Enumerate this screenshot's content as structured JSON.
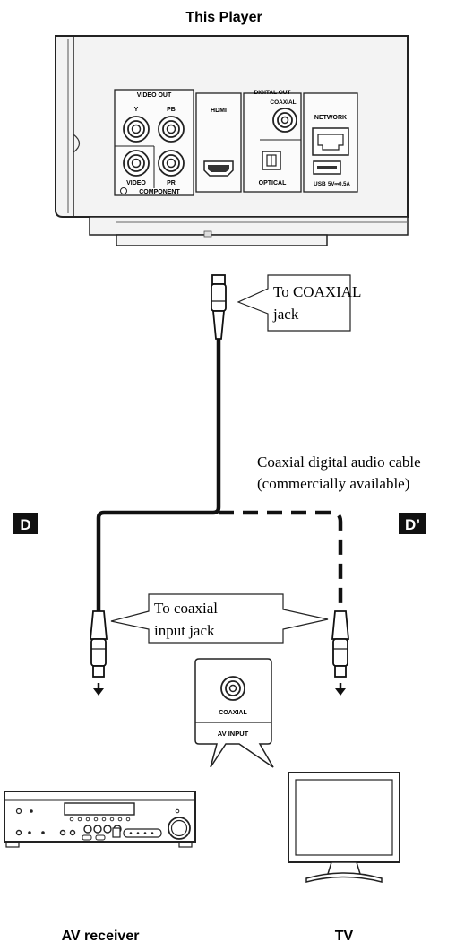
{
  "title": "This Player",
  "panel": {
    "video_out": "VIDEO OUT",
    "y": "Y",
    "pb": "PB",
    "pr": "PR",
    "video": "VIDEO",
    "component": "COMPONENT",
    "hdmi": "HDMI",
    "digital_out": "DIGITAL OUT",
    "coaxial": "COAXIAL",
    "optical": "OPTICAL",
    "network": "NETWORK",
    "usb": "USB",
    "usb_rating": "5V⎓0.5A"
  },
  "callouts": {
    "to_coaxial_jack_line1": "To COAXIAL",
    "to_coaxial_jack_line2": "jack",
    "to_coaxial_input_line1": "To coaxial",
    "to_coaxial_input_line2": "input jack"
  },
  "cable_label_line1": "Coaxial digital audio cable",
  "cable_label_line2": "(commercially available)",
  "badges": {
    "d": "D",
    "d_prime": "D’"
  },
  "av_input_bubble": {
    "coaxial": "COAXIAL",
    "av_input": "AV INPUT"
  },
  "devices": {
    "av_receiver": "AV receiver",
    "tv": "TV"
  }
}
